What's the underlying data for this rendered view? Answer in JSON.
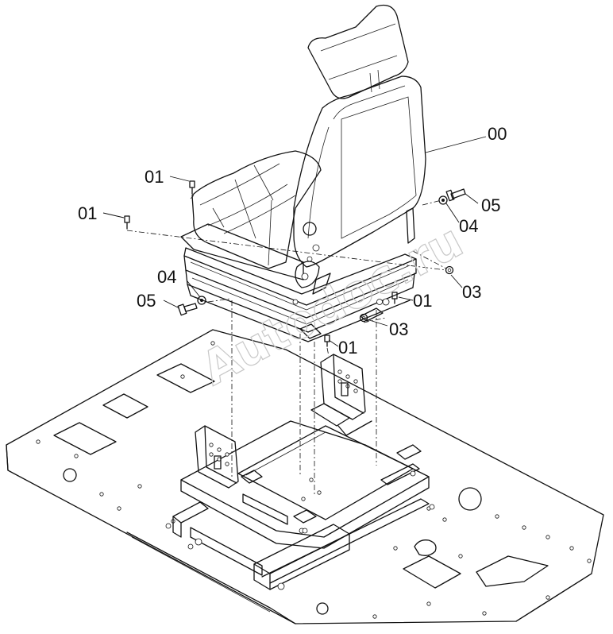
{
  "callouts": [
    {
      "id": "00",
      "label": "00"
    },
    {
      "id": "01a",
      "label": "01"
    },
    {
      "id": "01b",
      "label": "01"
    },
    {
      "id": "01c",
      "label": "01"
    },
    {
      "id": "01d",
      "label": "01"
    },
    {
      "id": "03a",
      "label": "03"
    },
    {
      "id": "03b",
      "label": "03"
    },
    {
      "id": "04a",
      "label": "04"
    },
    {
      "id": "04b",
      "label": "04"
    },
    {
      "id": "05a",
      "label": "05"
    },
    {
      "id": "05b",
      "label": "05"
    }
  ],
  "watermark": "Autodoc.ru",
  "colors": {
    "line": "#111111",
    "background": "#ffffff",
    "watermark": "#c8c8c8"
  }
}
